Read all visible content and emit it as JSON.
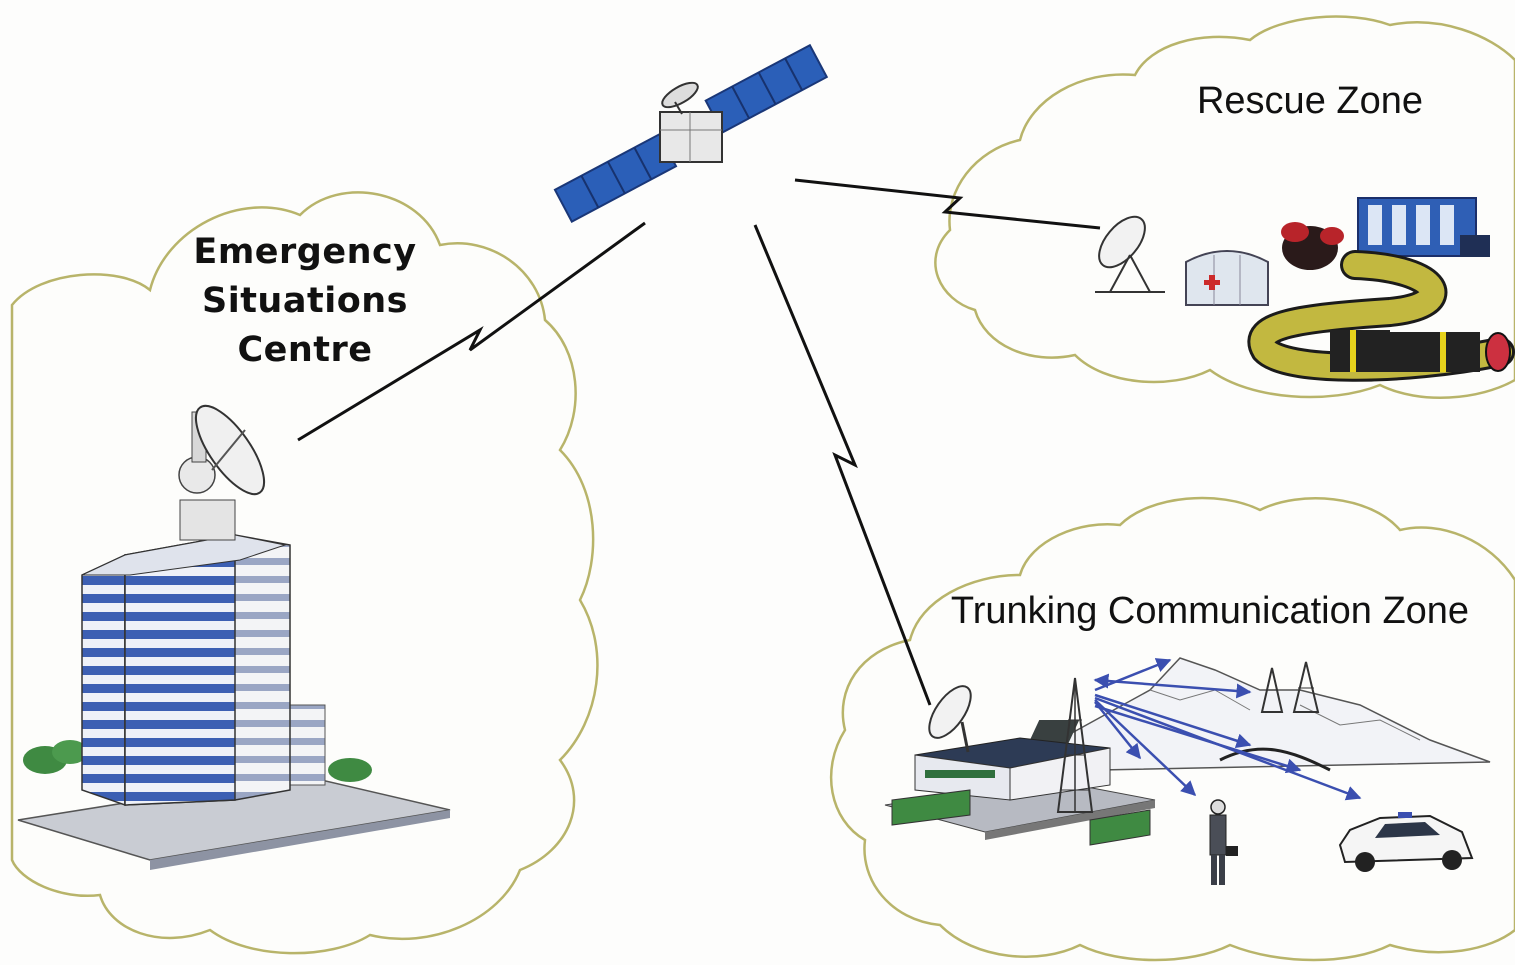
{
  "zones": {
    "emergency": {
      "label": "Emergency Situations Centre",
      "lines": [
        "Emergency",
        "Situations",
        "Centre"
      ]
    },
    "rescue": {
      "label": "Rescue Zone"
    },
    "trunking": {
      "label": "Trunking Communication Zone"
    }
  },
  "icons": {
    "satellite": "satellite-icon",
    "building": "office-building-icon",
    "dish": "satellite-dish-icon",
    "medical_tent": "medical-tent-icon",
    "pipeline": "pipeline-icon",
    "mountains": "mountains-icon",
    "radio_tower": "radio-tower-icon",
    "oil_derrick": "oil-derrick-icon",
    "person": "person-icon",
    "police_car": "police-car-icon"
  },
  "colors": {
    "cloud_outline": "#b8b46a",
    "solar_panel": "#2b5fb8",
    "building_blue": "#3c5fb3",
    "link_line": "#111111",
    "radio_arrow": "#3b4fb0",
    "pipe": "#c2b840",
    "red": "#cc2a2a"
  }
}
